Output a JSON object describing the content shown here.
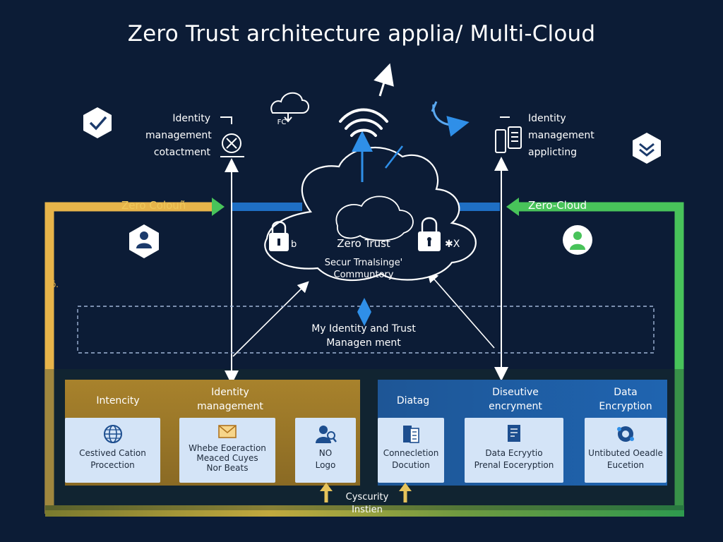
{
  "title": "Zero Trust architecture applia/ Multi-Cloud",
  "left_identity": [
    "Identity",
    "management",
    "cotactment"
  ],
  "right_identity": [
    "Identity",
    "management",
    "applicting"
  ],
  "left_bar_label": "Zero Colouñ",
  "right_bar_label": "Zero-Cloud",
  "left_edge_mark": "ö.",
  "cloud": {
    "title": "Zero Trust",
    "sub1": "Secur Trnalsinge'",
    "sub2": "Communtory",
    "left_lock_mark": "b",
    "right_lock_mark": "✱X",
    "sign_text": "FC"
  },
  "dashed_box": [
    "My Identity and Trust",
    "Managen ment"
  ],
  "left_panel": {
    "headers": [
      "Intencity",
      "Identity\nmanagement"
    ],
    "cards": [
      {
        "icon": "globe-icon",
        "text": "Cestived Cation\nProcection"
      },
      {
        "icon": "envelope-icon",
        "text": "Whebe Eoeraction\nMeaced Cuyes\nNor Beats"
      },
      {
        "icon": "user-search-icon",
        "text": "NO\nLogo"
      }
    ]
  },
  "right_panel": {
    "headers": [
      "Diatag",
      "Diseutive\nencryment",
      "Data\nEncryption"
    ],
    "cards": [
      {
        "icon": "document-icon",
        "text": "Connecletion\nDocution"
      },
      {
        "icon": "file-lock-icon",
        "text": "Data Ecryytio\nPrenal Eoceryption"
      },
      {
        "icon": "network-icon",
        "text": "Untibuted Oeadle\nEucetion"
      }
    ]
  },
  "bottom_label": [
    "Cyscurity",
    "Instien"
  ],
  "colors": {
    "background": "#0c1c36",
    "yellow": "#e7b44a",
    "green": "#48c35a",
    "blue": "#1f6fc4",
    "gold_panel": "#9a7a2c",
    "blue_panel": "#1d5aa3",
    "card": "#d4e4f7"
  }
}
